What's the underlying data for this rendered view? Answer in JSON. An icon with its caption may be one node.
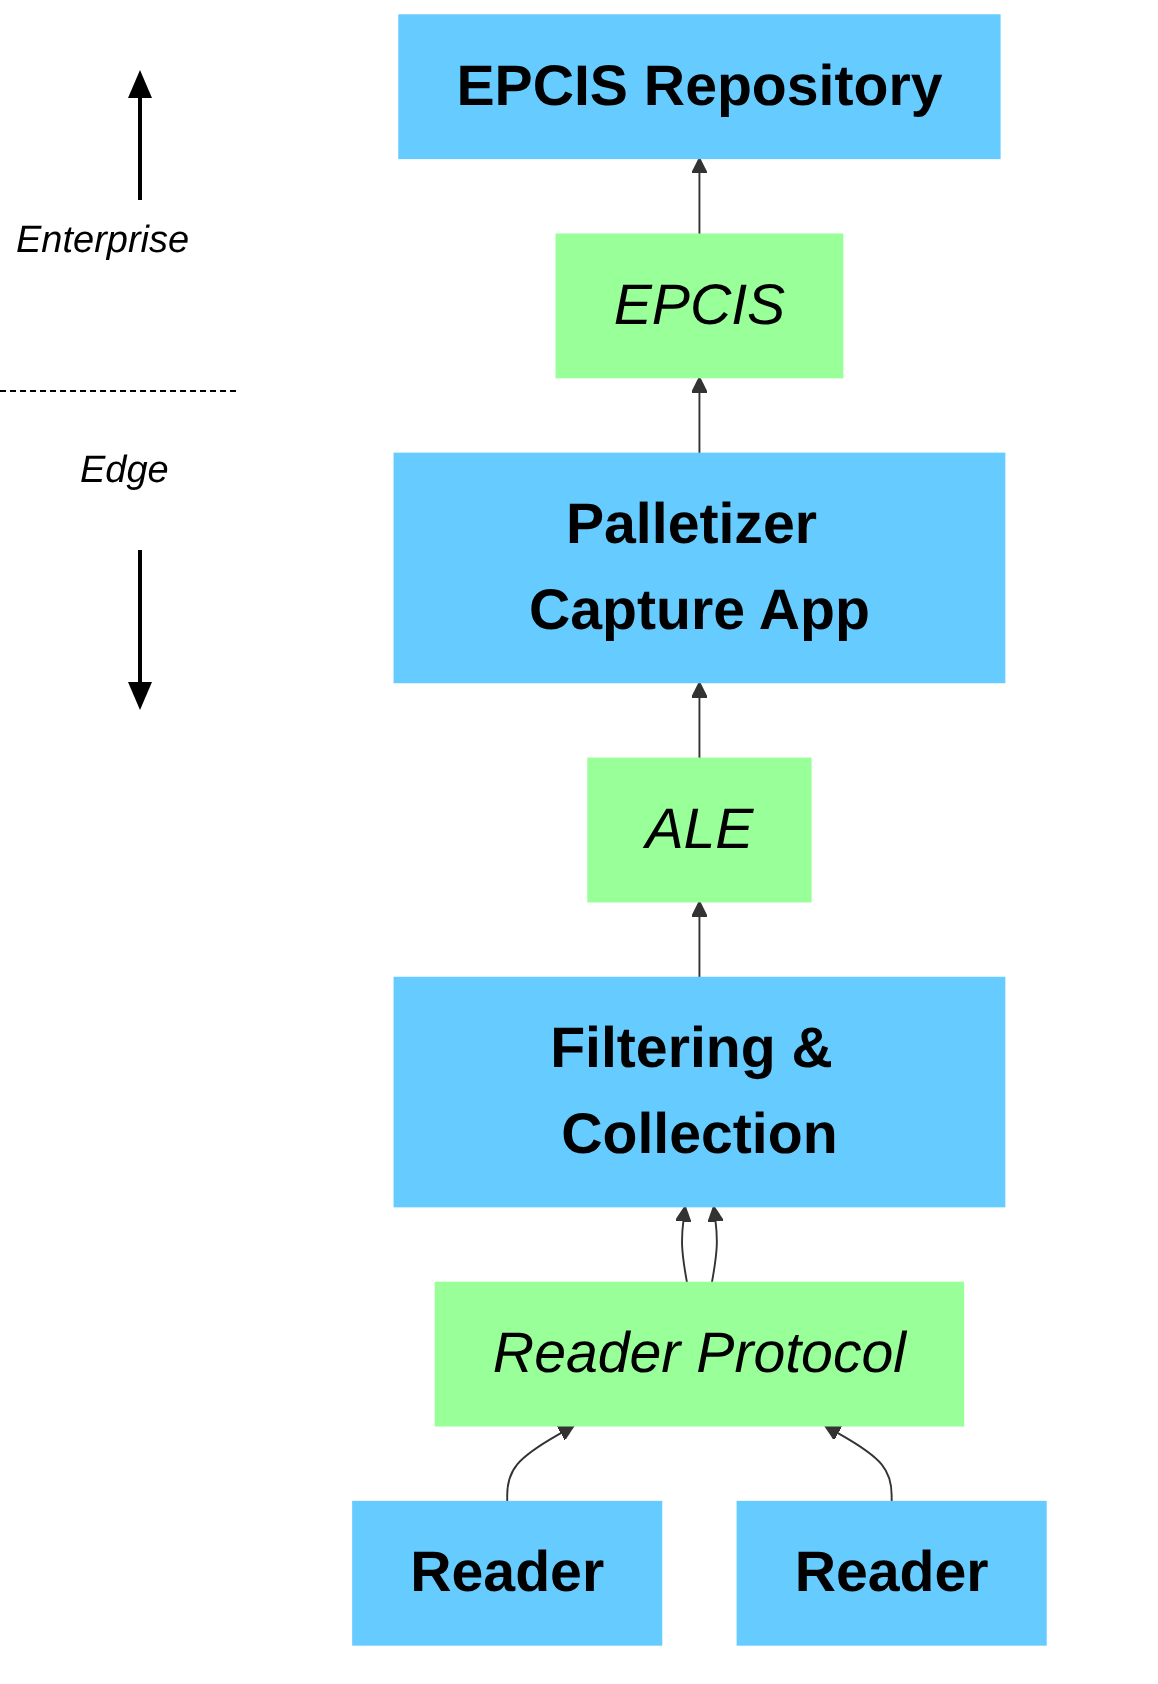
{
  "diagram": {
    "nodes": [
      {
        "text": [
          "EPCIS Repository"
        ]
      },
      {
        "text": [
          "EPCIS"
        ]
      },
      {
        "text": [
          "Palletizer Capture App"
        ]
      },
      {
        "text": [
          "ALE"
        ]
      },
      {
        "text": [
          "Filtering & Collection"
        ]
      },
      {
        "text": [
          "Reader Protocol"
        ]
      },
      {
        "text": [
          "Reader"
        ]
      },
      {
        "text": [
          "Reader"
        ]
      }
    ],
    "edges": [
      {
        "from": 1,
        "to": 0,
        "arrow": "to"
      },
      {
        "from": 2,
        "to": 1,
        "arrow": "to"
      },
      {
        "from": 3,
        "to": 2,
        "arrow": "to"
      },
      {
        "from": 4,
        "to": 3,
        "arrow": "to"
      },
      {
        "from": 5,
        "to": 4,
        "arrow": "to"
      },
      {
        "from": 5,
        "to": 4,
        "arrow": "to"
      },
      {
        "from": 6,
        "to": 5,
        "arrow": "to"
      },
      {
        "from": 7,
        "to": 5,
        "arrow": "to"
      }
    ],
    "labels": [
      "Enterprise",
      "Edge"
    ]
  }
}
